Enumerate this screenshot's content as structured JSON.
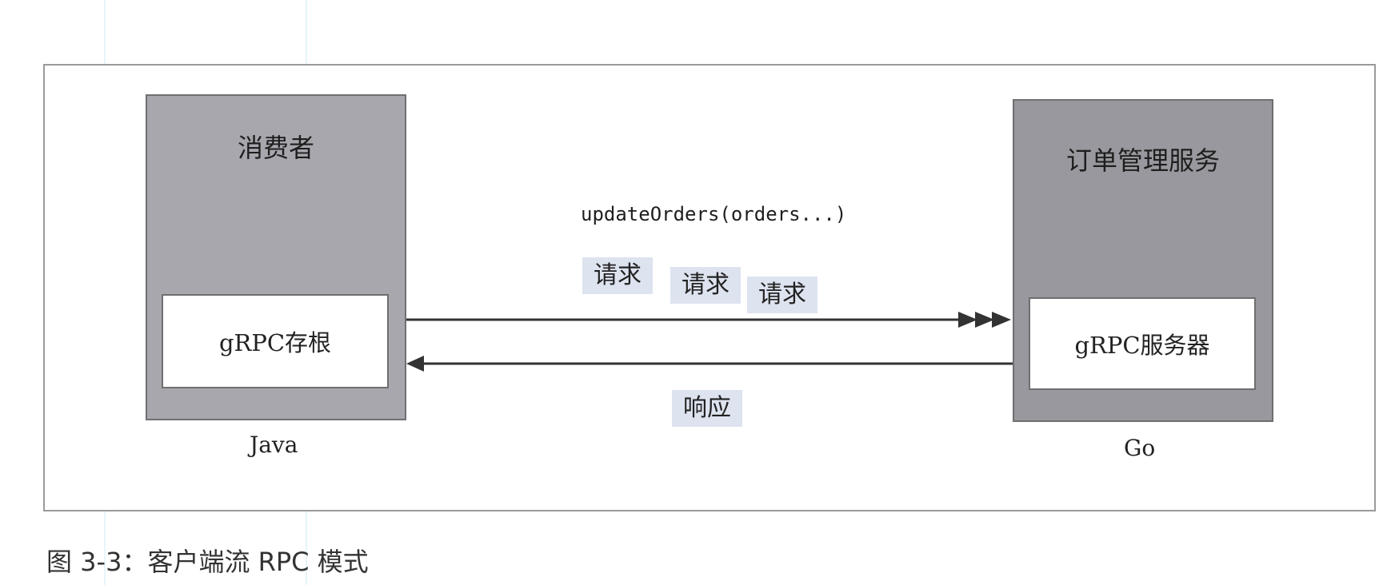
{
  "diagram": {
    "consumer": {
      "title": "消费者",
      "component": "gRPC存根",
      "language": "Java"
    },
    "service": {
      "title": "订单管理服务",
      "component": "gRPC服务器",
      "language": "Go"
    },
    "method_call": "updateOrders(orders...)",
    "requests": [
      "请求",
      "请求",
      "请求"
    ],
    "response": "响应",
    "colors": {
      "consumer_fill": "#a9a7ae",
      "service_fill": "#99989e",
      "message_highlight": "#dde3ef",
      "arrow": "#333333"
    }
  },
  "caption": "图 3-3：客户端流 RPC 模式"
}
